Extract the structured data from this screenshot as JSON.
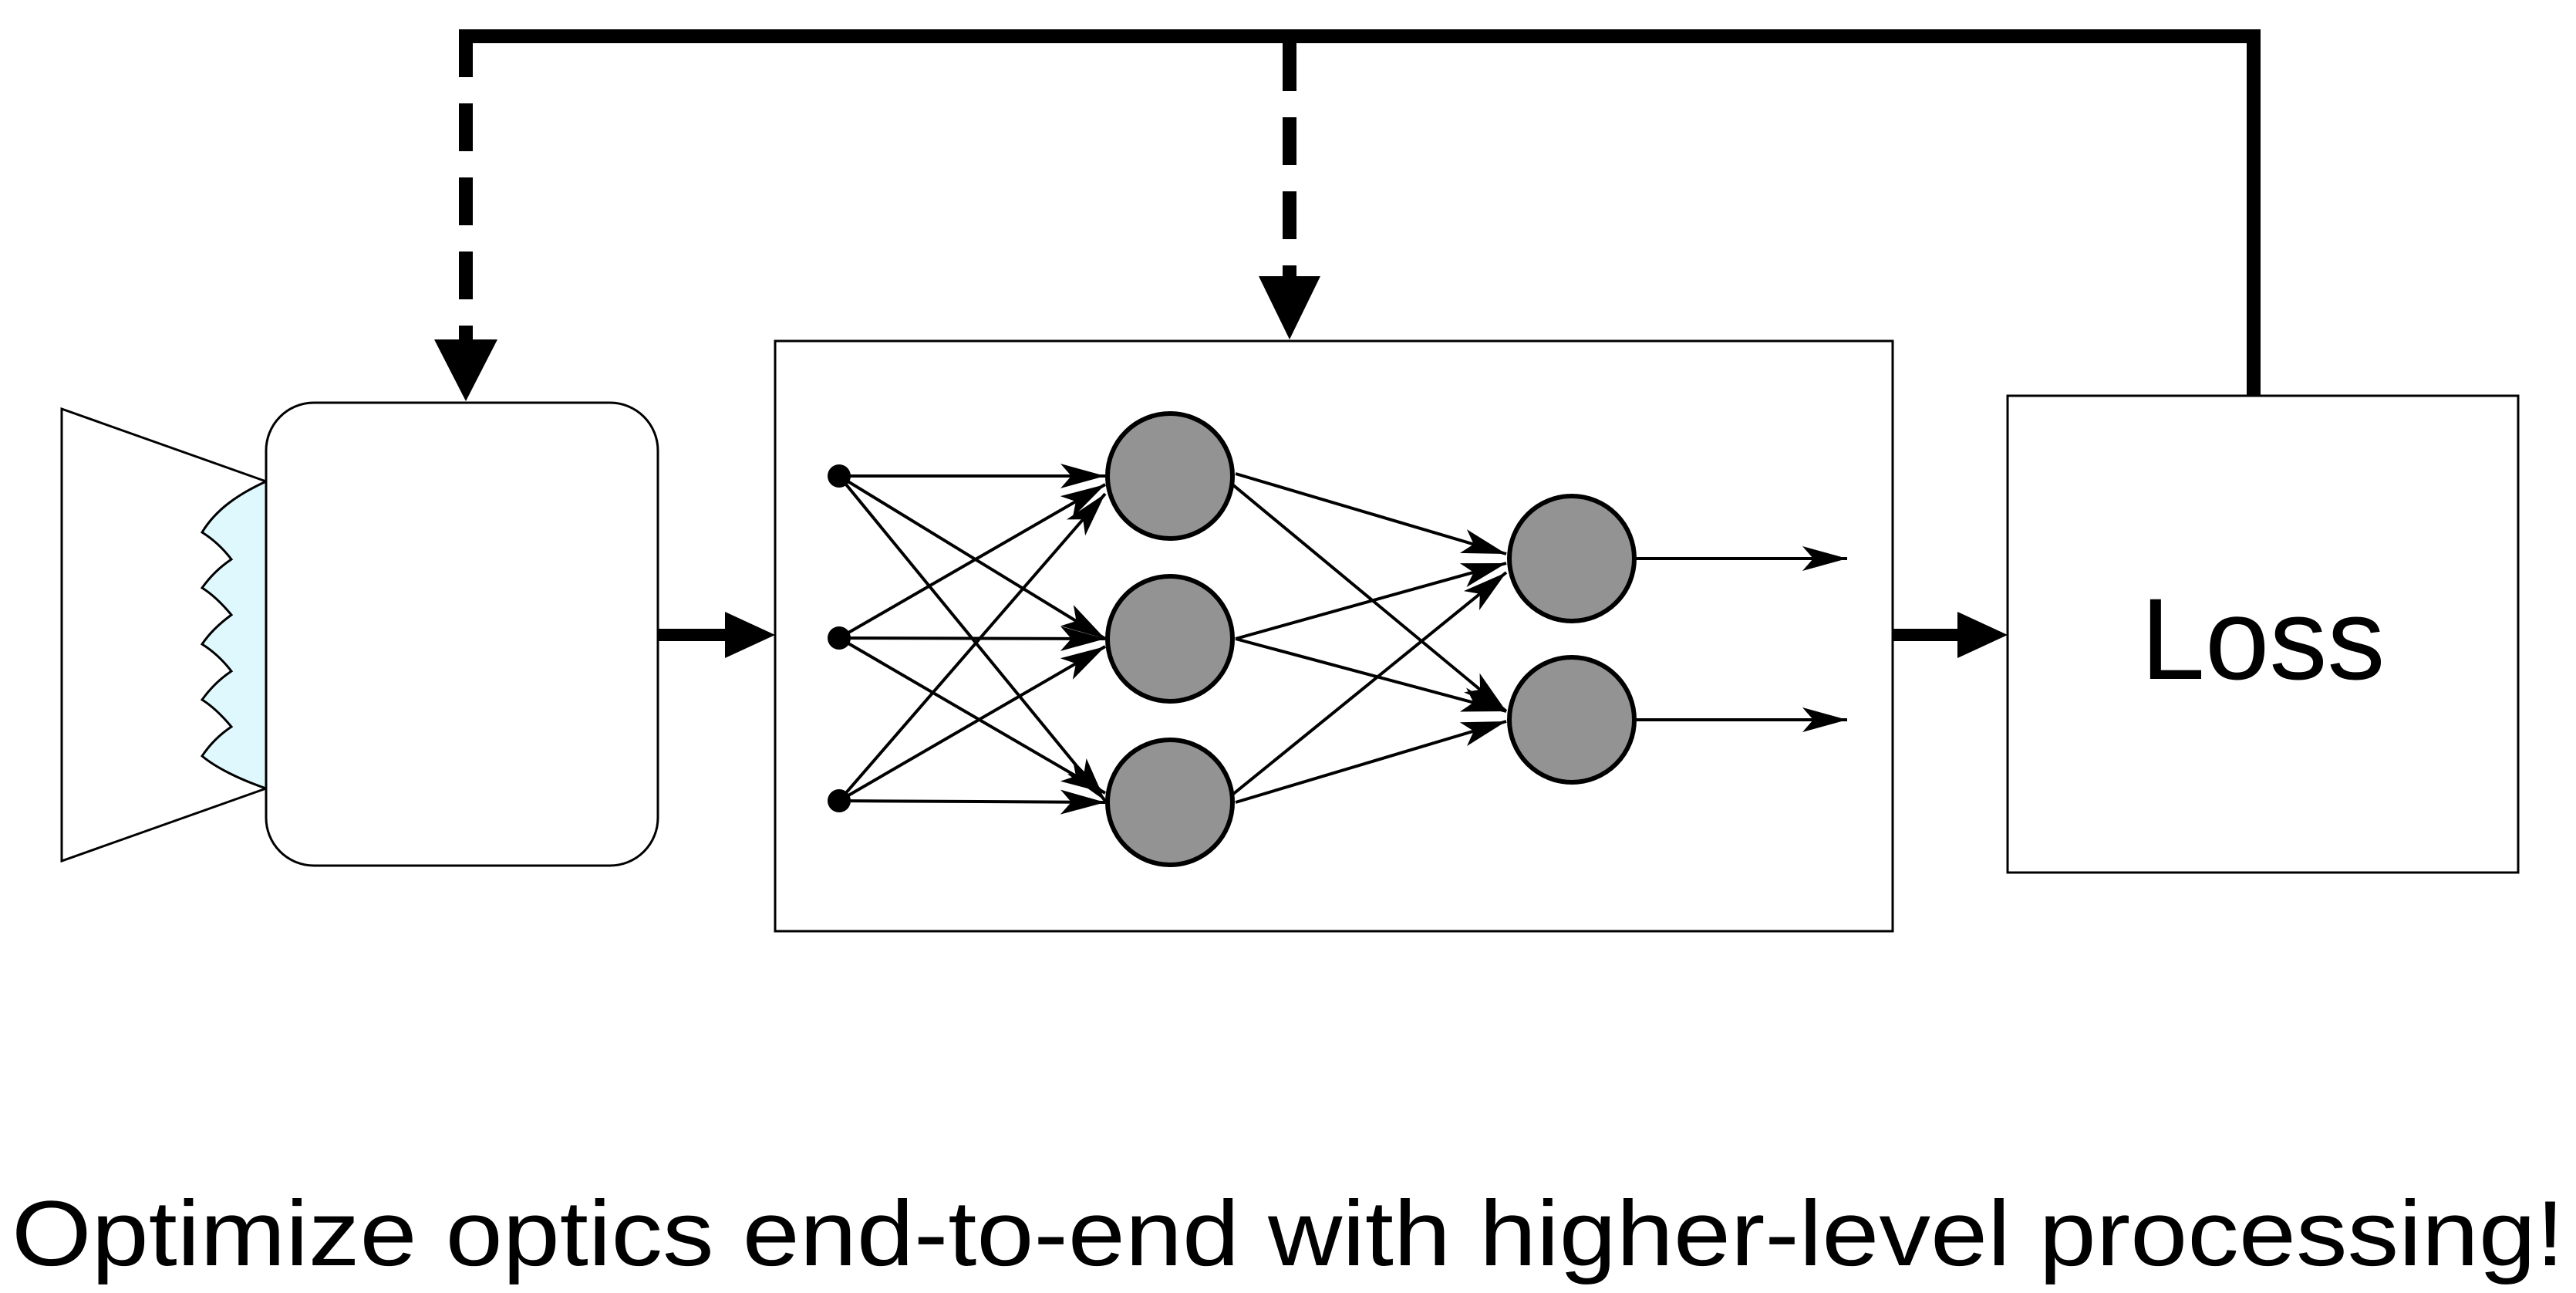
{
  "diagram": {
    "loss_label": "Loss",
    "caption": "Optimize optics end-to-end with higher-level processing!"
  },
  "network": {
    "layers": [
      3,
      3,
      2
    ],
    "input_points": 3,
    "output_arrows": 2,
    "node_fill": "#939393"
  },
  "colors": {
    "lens_fill": "#dff8fd",
    "stroke": "#000000",
    "background": "#ffffff"
  },
  "icons": {
    "camera": "camera-body-icon",
    "lens": "lens-elements-icon",
    "neural_network": "neural-network-icon"
  }
}
